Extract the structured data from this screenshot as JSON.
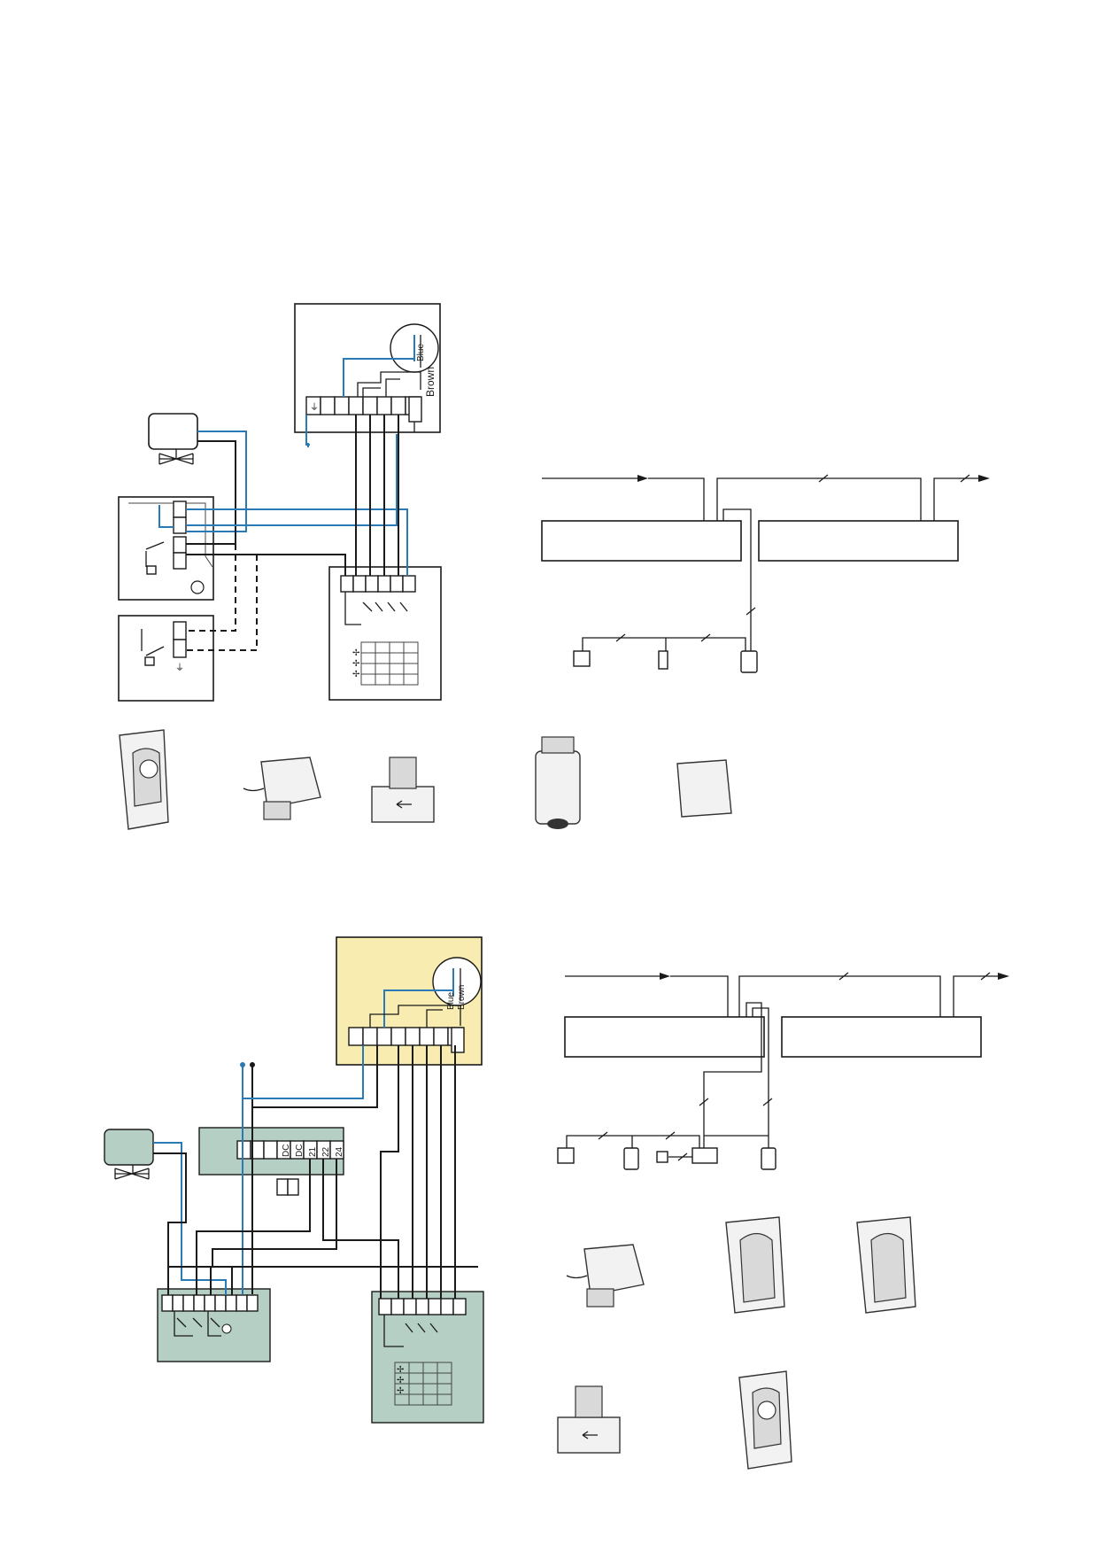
{
  "diagram": {
    "panel_1": {
      "labels": {
        "wire_blue": "Blue",
        "wire_brown": "Brown"
      }
    },
    "panel_2": {
      "labels": {
        "wire_blue": "Blue",
        "wire_brown": "Brown",
        "terminal_dc1": "DC",
        "terminal_dc2": "DC",
        "terminal_21": "21",
        "terminal_22": "22",
        "terminal_24": "24"
      }
    },
    "colors": {
      "wire_blue": "#2a7bb5",
      "wire_black": "#1a1a1a",
      "highlight_yellow": "#f8ecb0",
      "highlight_green": "#b5cfc4"
    }
  }
}
